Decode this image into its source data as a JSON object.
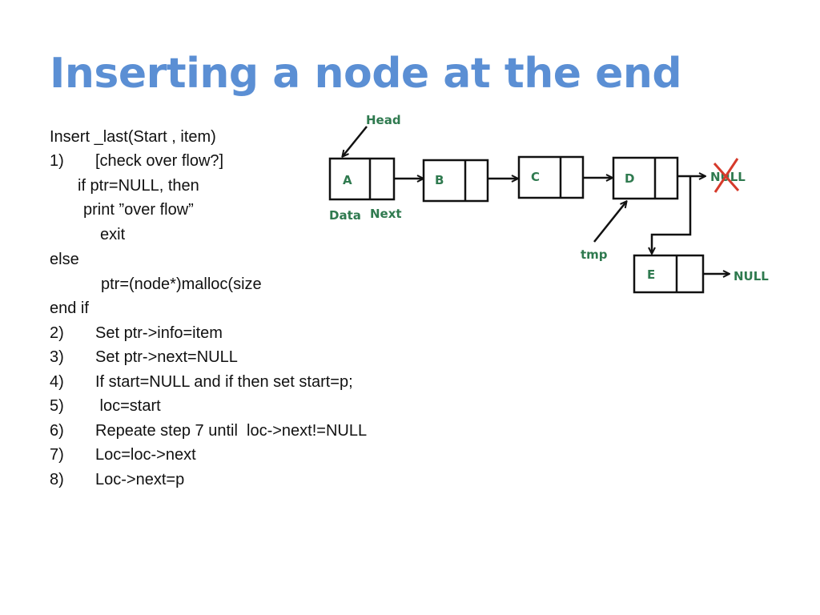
{
  "slide": {
    "title": "Inserting a node at the end"
  },
  "algorithm": {
    "header": "Insert _last(Start , item)",
    "step1": {
      "num": "1)",
      "text": "[check over flow?]"
    },
    "if_line": "if ptr=NULL, then",
    "print_line": "print ”over flow”",
    "exit_line": "exit",
    "else_line": "else",
    "malloc_line": "ptr=(node*)malloc(size",
    "endif_line": "end if",
    "steps": [
      {
        "num": "2)",
        "text": "Set ptr->info=item"
      },
      {
        "num": "3)",
        "text": "Set ptr->next=NULL"
      },
      {
        "num": "4)",
        "text": "If start=NULL  and if then set start=p;"
      },
      {
        "num": "5)",
        "text": " loc=start"
      },
      {
        "num": "6)",
        "text": "Repeate step 7 until  loc->next!=NULL"
      },
      {
        "num": "7)",
        "text": "Loc=loc->next"
      },
      {
        "num": "8)",
        "text": "Loc->next=p"
      }
    ]
  },
  "diagram": {
    "head_label": "Head",
    "tmp_label": "tmp",
    "data_label": "Data",
    "next_label": "Next",
    "nodes": [
      "A",
      "B",
      "C",
      "D",
      "E"
    ],
    "null_crossed": "NULL",
    "null_new": "NULL",
    "colors": {
      "label": "#2f7a4f",
      "node_text": "#2f7a4f",
      "cross": "#d63a2b",
      "line": "#111111"
    }
  }
}
